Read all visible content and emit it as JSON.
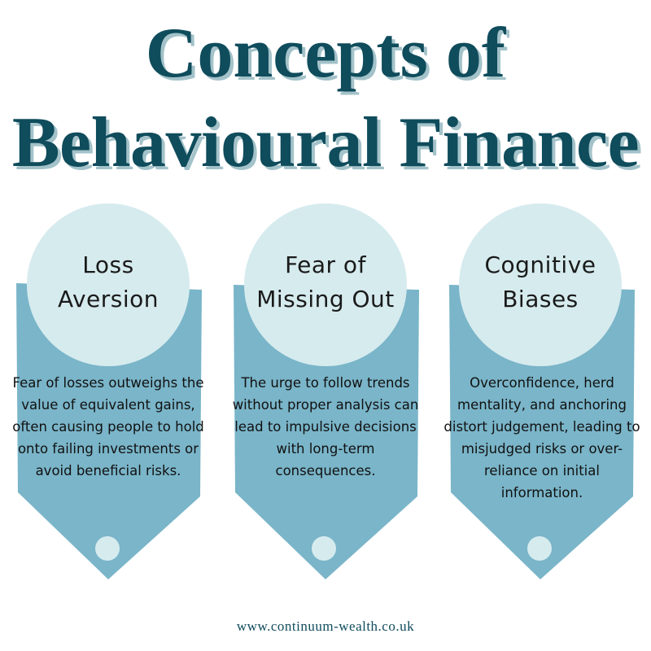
{
  "title": {
    "line1": "Concepts of",
    "line2": "Behavioural Finance"
  },
  "concepts": [
    {
      "heading_line1": "Loss",
      "heading_line2": "Aversion",
      "description": "Fear of losses outweighs the value of equivalent gains, often causing people to hold onto failing investments or avoid beneficial risks."
    },
    {
      "heading_line1": "Fear of",
      "heading_line2": "Missing Out",
      "description": "The urge to follow trends without proper analysis can lead to impulsive decisions with long-term consequences."
    },
    {
      "heading_line1": "Cognitive",
      "heading_line2": "Biases",
      "description": "Overconfidence, herd mentality, and anchoring distort judgement, leading to misjudged risks or over-reliance on initial information."
    }
  ],
  "footer": {
    "website": "www.continuum-wealth.co.uk"
  },
  "colors": {
    "title": "#0f4c5c",
    "title_shadow": "#a3c2c9",
    "banner": "#7ab5c9",
    "circle": "#d6ebee"
  }
}
